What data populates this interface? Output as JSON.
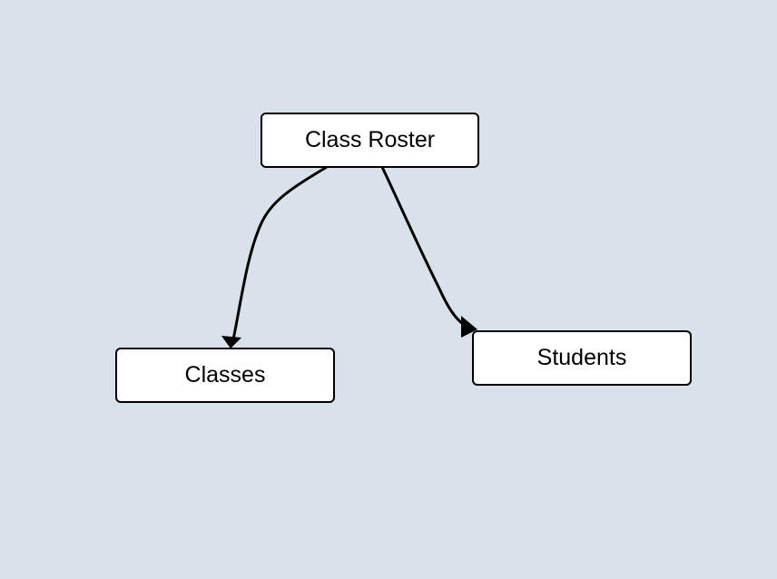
{
  "diagram": {
    "nodes": [
      {
        "id": "root",
        "label": "Class Roster"
      },
      {
        "id": "classes",
        "label": "Classes"
      },
      {
        "id": "students",
        "label": "Students"
      }
    ],
    "edges": [
      {
        "from": "root",
        "to": "classes"
      },
      {
        "from": "root",
        "to": "students"
      }
    ]
  },
  "colors": {
    "background": "#d9e2eb",
    "node_fill": "#ffffff",
    "node_border": "#000000",
    "edge": "#000000"
  }
}
